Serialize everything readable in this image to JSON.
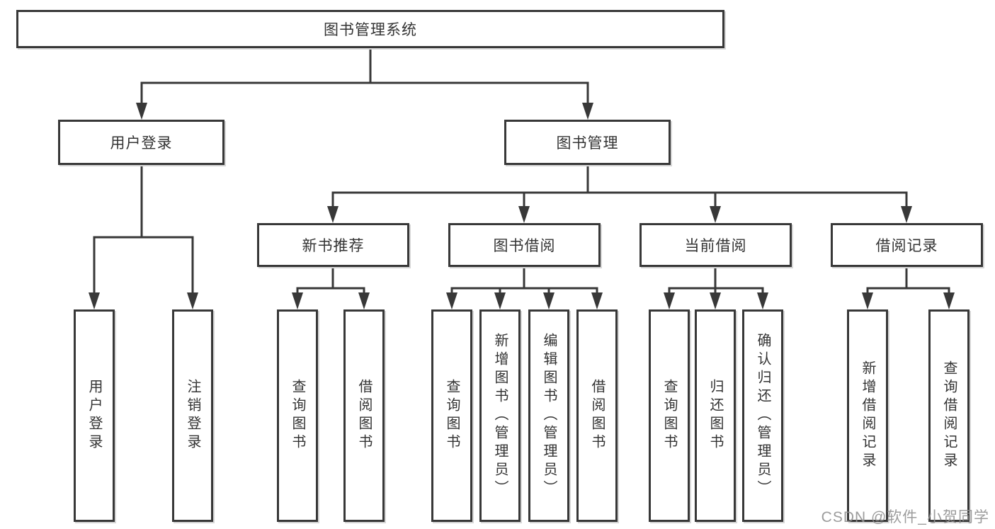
{
  "diagram": {
    "title": "图书管理系统",
    "root": {
      "label": "图书管理系统"
    },
    "level2": [
      {
        "id": "user-login",
        "label": "用户登录"
      },
      {
        "id": "book-management",
        "label": "图书管理"
      }
    ],
    "level3": [
      {
        "id": "new-book-recommendation",
        "parent": "图书管理",
        "label": "新书推荐"
      },
      {
        "id": "book-borrowing",
        "parent": "图书管理",
        "label": "图书借阅"
      },
      {
        "id": "current-borrowing",
        "parent": "图书管理",
        "label": "当前借阅"
      },
      {
        "id": "borrowing-records",
        "parent": "图书管理",
        "label": "借阅记录"
      }
    ],
    "leaves": [
      {
        "parent": "用户登录",
        "label": "用户登录"
      },
      {
        "parent": "用户登录",
        "label": "注销登录"
      },
      {
        "parent": "新书推荐",
        "label": "查询图书"
      },
      {
        "parent": "新书推荐",
        "label": "借阅图书"
      },
      {
        "parent": "图书借阅",
        "label": "查询图书"
      },
      {
        "parent": "图书借阅",
        "label": "新增图书（管理员）"
      },
      {
        "parent": "图书借阅",
        "label": "编辑图书（管理员）"
      },
      {
        "parent": "图书借阅",
        "label": "借阅图书"
      },
      {
        "parent": "当前借阅",
        "label": "查询图书"
      },
      {
        "parent": "当前借阅",
        "label": "归还图书"
      },
      {
        "parent": "当前借阅",
        "label": "确认归还（管理员）"
      },
      {
        "parent": "借阅记录",
        "label": "新增借阅记录"
      },
      {
        "parent": "借阅记录",
        "label": "查询借阅记录"
      }
    ]
  },
  "watermark": {
    "text": "CSDN @软件_小贺同学"
  },
  "colors": {
    "line": "#383838",
    "box_border": "#383838",
    "text": "#333333",
    "background": "#ffffff",
    "watermark": "#919191"
  }
}
